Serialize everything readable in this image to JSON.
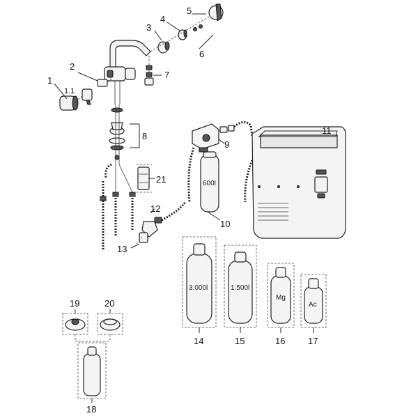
{
  "labels": {
    "p1": "1",
    "p1_1": "1.1",
    "p2": "2",
    "p3": "3",
    "p4": "4",
    "p5": "5",
    "p6": "6",
    "p7": "7",
    "p8": "8",
    "p9": "9",
    "p10": "10",
    "p11": "11",
    "p12": "12",
    "p13": "13",
    "p14": "14",
    "p15": "15",
    "p16": "16",
    "p17": "17",
    "p18": "18",
    "p19": "19",
    "p20": "20",
    "p21": "21"
  },
  "cartridges": {
    "c10": "600l",
    "c14": "3.000l",
    "c15": "1.500l",
    "c16": "Mg",
    "c17": "Ac"
  }
}
